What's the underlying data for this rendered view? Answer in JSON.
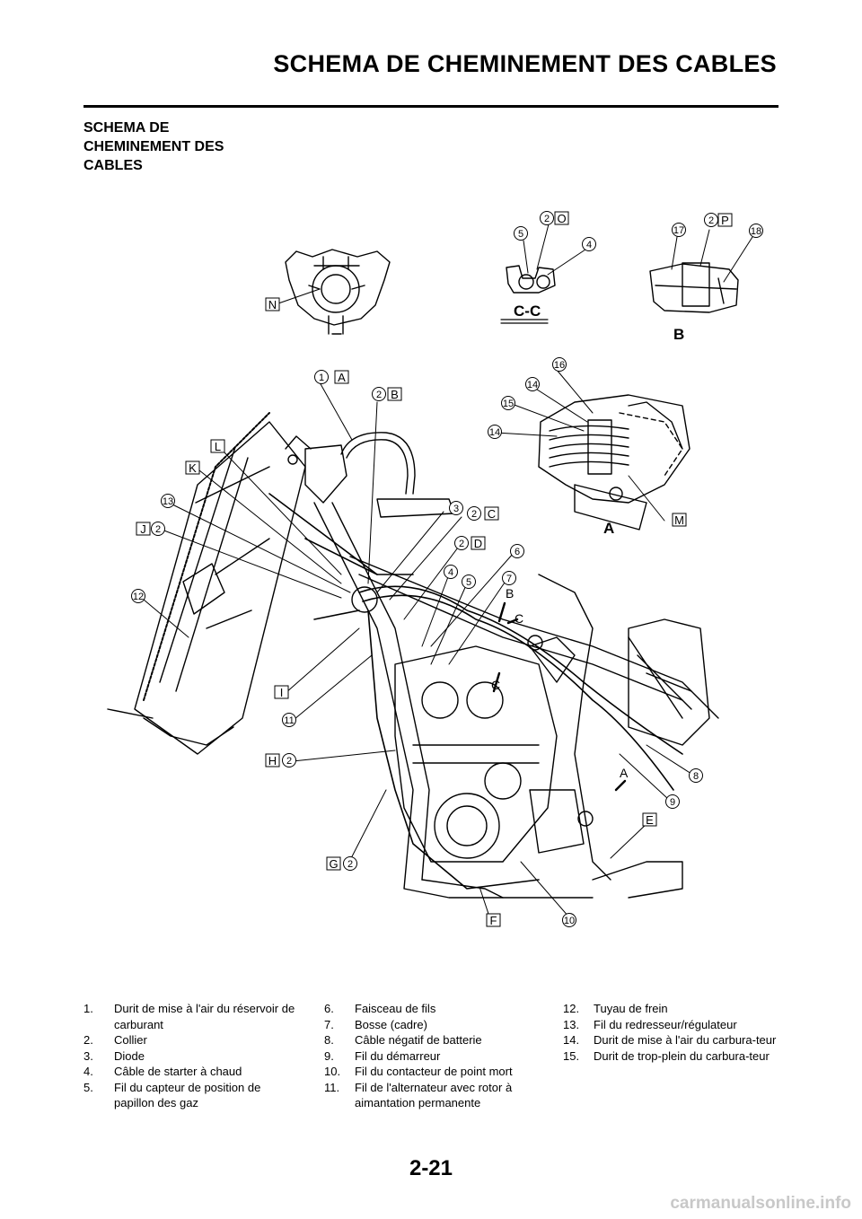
{
  "header": {
    "title": "SCHEMA DE CHEMINEMENT DES CABLES"
  },
  "section_title": {
    "lines": [
      "SCHEMA DE",
      "CHEMINEMENT DES",
      "CABLES"
    ]
  },
  "diagram": {
    "callouts": {
      "n1": "1",
      "n2": "2",
      "n3": "3",
      "n4": "4",
      "n5": "5",
      "n6": "6",
      "n7": "7",
      "n8": "8",
      "n9": "9",
      "n10": "10",
      "n11": "11",
      "n12": "12",
      "n13": "13",
      "n14": "14",
      "n15": "15",
      "n16": "16",
      "n17": "17",
      "n18": "18"
    },
    "letters": {
      "A": "A",
      "B": "B",
      "C": "C",
      "D": "D",
      "E": "E",
      "F": "F",
      "G": "G",
      "H": "H",
      "I": "I",
      "J": "J",
      "K": "K",
      "L": "L",
      "M": "M",
      "N": "N",
      "O": "O",
      "P": "P"
    },
    "section_cc": "C-C",
    "view_b": "B",
    "view_a": "A"
  },
  "legend": {
    "col1": [
      {
        "num": "1.",
        "text": "Durit de mise à l'air du réservoir de carburant"
      },
      {
        "num": "2.",
        "text": "Collier"
      },
      {
        "num": "3.",
        "text": "Diode"
      },
      {
        "num": "4.",
        "text": "Câble de starter à chaud"
      },
      {
        "num": "5.",
        "text": "Fil du capteur de position de papillon des gaz"
      }
    ],
    "col2": [
      {
        "num": "6.",
        "text": "Faisceau de fils"
      },
      {
        "num": "7.",
        "text": "Bosse (cadre)"
      },
      {
        "num": "8.",
        "text": "Câble négatif de batterie"
      },
      {
        "num": "9.",
        "text": "Fil du démarreur"
      },
      {
        "num": "10.",
        "text": "Fil du contacteur de point mort"
      },
      {
        "num": "11.",
        "text": "Fil de l'alternateur avec rotor à aimantation permanente"
      }
    ],
    "col3": [
      {
        "num": "12.",
        "text": "Tuyau de frein"
      },
      {
        "num": "13.",
        "text": "Fil du redresseur/régulateur"
      },
      {
        "num": "14.",
        "text": "Durit de mise à l'air du carbura-teur"
      },
      {
        "num": "15.",
        "text": "Durit de trop-plein du carbura-teur"
      }
    ]
  },
  "page_number": "2-21",
  "watermark": "carmanualsonline.info"
}
